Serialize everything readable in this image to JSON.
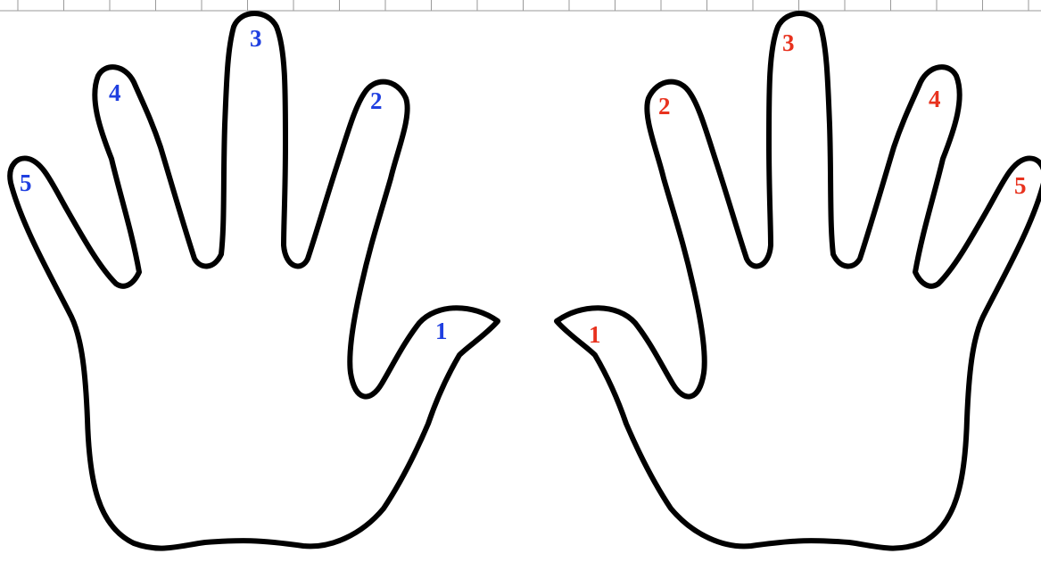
{
  "colors": {
    "left_hand_numbers": "#1f3fe0",
    "right_hand_numbers": "#e8321e",
    "outline": "#000000",
    "top_rule": "#9a9a9a"
  },
  "left_hand": {
    "fingers": {
      "thumb": "1",
      "index": "2",
      "middle": "3",
      "ring": "4",
      "pinky": "5"
    }
  },
  "right_hand": {
    "fingers": {
      "thumb": "1",
      "index": "2",
      "middle": "3",
      "ring": "4",
      "pinky": "5"
    }
  }
}
